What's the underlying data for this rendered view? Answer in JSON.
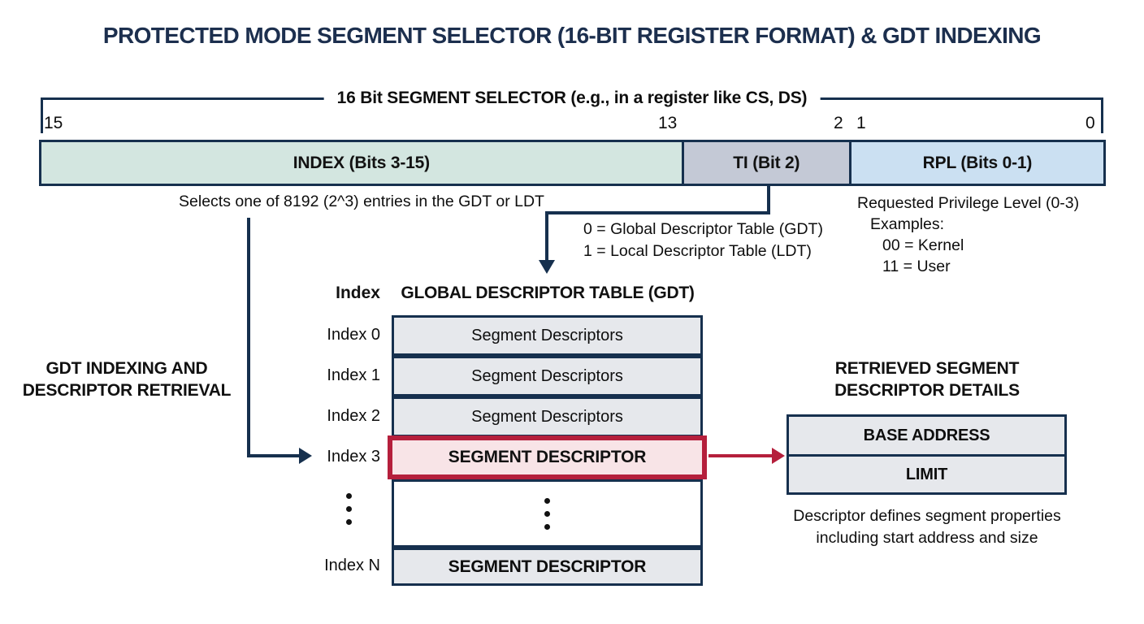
{
  "title": "PROTECTED MODE SEGMENT SELECTOR (16-BIT REGISTER FORMAT) & GDT INDEXING",
  "selector": {
    "bracket_label": "16 Bit SEGMENT SELECTOR (e.g., in a register like CS, DS)",
    "bit_labels": {
      "b15": "15",
      "b13": "13",
      "b2": "2",
      "b1": "1",
      "b0": "0"
    },
    "fields": [
      {
        "label": "INDEX (Bits 3-15)"
      },
      {
        "label": "TI (Bit 2)"
      },
      {
        "label": "RPL (Bits 0-1)"
      }
    ],
    "index_note": "Selects one of 8192 (2^3) entries in the GDT or LDT",
    "ti_note_line1": "0 = Global Descriptor Table (GDT)",
    "ti_note_line2": "1 = Local Descriptor Table (LDT)",
    "rpl_note_line1": "Requested Privilege Level (0-3)",
    "rpl_note_line2": "Examples:",
    "rpl_note_line3": "00 = Kernel",
    "rpl_note_line4": "11 = User"
  },
  "gdt": {
    "index_column_header": "Index",
    "table_header": "GLOBAL DESCRIPTOR TABLE (GDT)",
    "flow_label_line1": "GDT INDEXING AND",
    "flow_label_line2": "DESCRIPTOR RETRIEVAL",
    "rows": [
      {
        "index": "Index 0",
        "label": "Segment Descriptors"
      },
      {
        "index": "Index 1",
        "label": "Segment Descriptors"
      },
      {
        "index": "Index 2",
        "label": "Segment Descriptors"
      },
      {
        "index": "Index 3",
        "label": "SEGMENT DESCRIPTOR"
      },
      {
        "index": "Index N",
        "label": "SEGMENT DESCRIPTOR"
      }
    ]
  },
  "retrieved": {
    "title_line1": "RETRIEVED SEGMENT",
    "title_line2": "DESCRIPTOR DETAILS",
    "fields": [
      {
        "label": "BASE ADDRESS"
      },
      {
        "label": "LIMIT"
      }
    ],
    "note_line1": "Descriptor defines segment properties",
    "note_line2": "including start address and size"
  },
  "colors": {
    "navy": "#16304e",
    "crimson": "#b51f3c",
    "title_text": "#1c2f4e",
    "index_field_bg": "#d3e6e0",
    "ti_field_bg": "#c4c9d6",
    "rpl_field_bg": "#cbe0f2",
    "table_row_bg": "#e6e8ec",
    "highlight_bg": "#f8e4e7"
  }
}
